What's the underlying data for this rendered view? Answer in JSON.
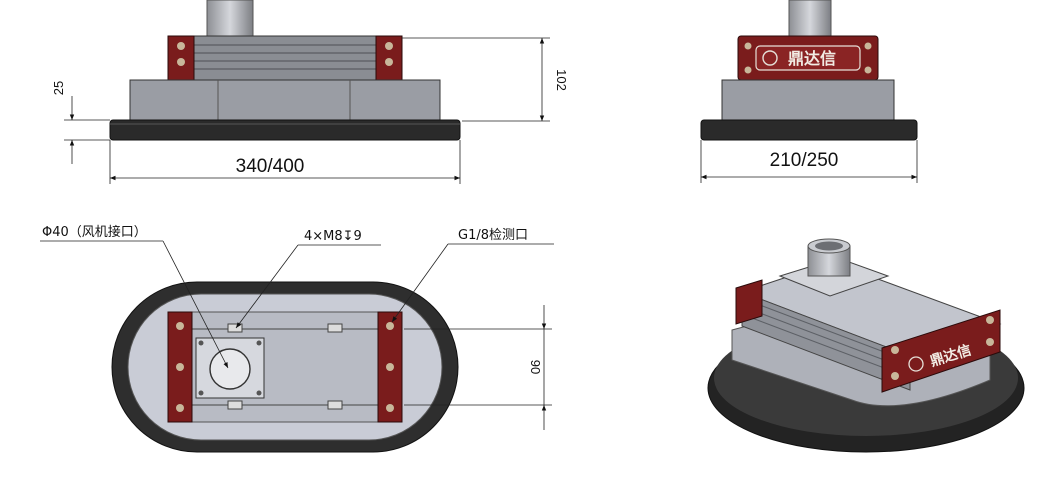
{
  "front_view": {
    "width_dim": "340/400",
    "height_dim": "102",
    "base_dim": "25"
  },
  "side_view": {
    "width_dim": "210/250",
    "brand": "鼎达信"
  },
  "top_view": {
    "fan_port": "Φ40（风机接口）",
    "screw_spec": "4×M8↧9",
    "detect_port": "G1/8检测口",
    "spacing_dim": "90"
  },
  "iso_view": {
    "brand": "鼎达信"
  },
  "colors": {
    "line": "#222222",
    "housing": "#8c8c8c",
    "plate": "#b9bcc4",
    "pad": "#2a2a2a",
    "block": "#7a1c1c"
  }
}
